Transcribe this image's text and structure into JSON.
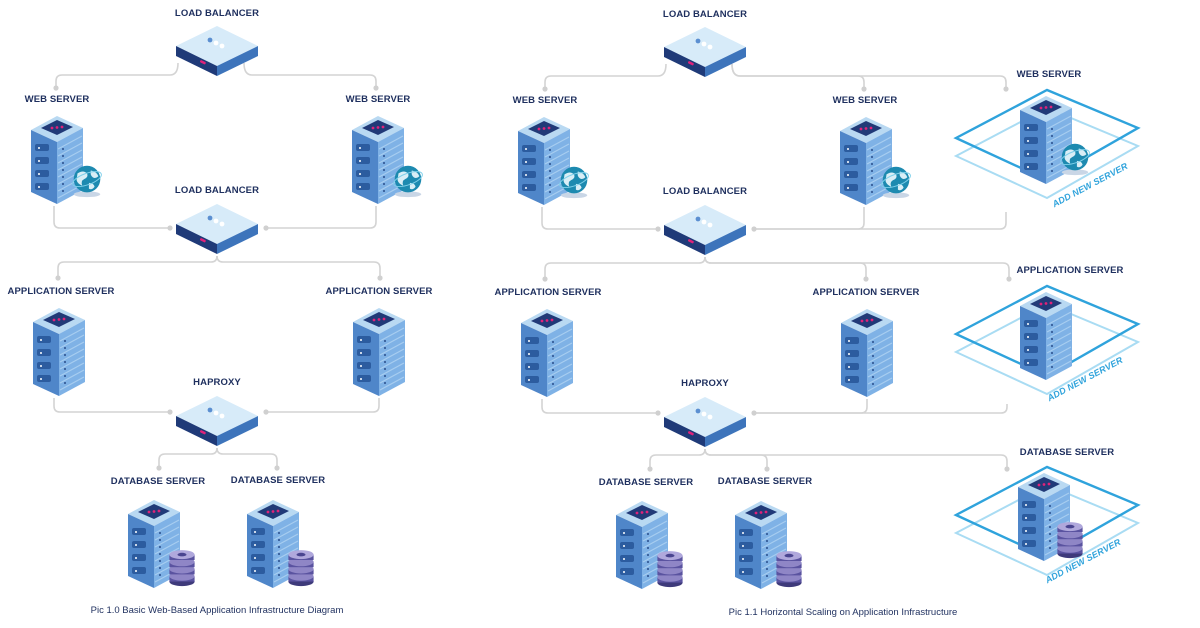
{
  "diagrams": [
    {
      "id": "basic",
      "caption": "Pic 1.0 Basic Web-Based Application Infrastructure Diagram",
      "nodes": {
        "lb_top": "LOAD BALANCER",
        "web_left": "WEB SERVER",
        "web_right": "WEB SERVER",
        "lb_mid": "LOAD BALANCER",
        "app_left": "APPLICATION SERVER",
        "app_right": "APPLICATION SERVER",
        "haproxy": "HAPROXY",
        "db_left": "DATABASE SERVER",
        "db_right": "DATABASE SERVER"
      }
    },
    {
      "id": "horizontal-scaling",
      "caption": "Pic 1.1 Horizontal Scaling on Application Infrastructure",
      "nodes": {
        "lb_top": "LOAD BALANCER",
        "web_left": "WEB SERVER",
        "web_right": "WEB SERVER",
        "web_new": "WEB SERVER",
        "lb_mid": "LOAD BALANCER",
        "app_left": "APPLICATION SERVER",
        "app_right": "APPLICATION SERVER",
        "app_new": "APPLICATION SERVER",
        "haproxy": "HAPROXY",
        "db_left": "DATABASE SERVER",
        "db_right": "DATABASE SERVER",
        "db_new": "DATABASE SERVER"
      },
      "add_new_label": "ADD NEW SERVER"
    }
  ],
  "icons": {
    "load_balancer": "load-balancer-icon",
    "server": "server-rack-icon",
    "globe": "globe-icon",
    "database": "database-icon",
    "platform": "add-server-platform-icon"
  },
  "colors": {
    "label": "#1e2f5e",
    "connector": "#d4d4d4",
    "server_light": "#6fa3dd",
    "server_dark": "#2e5d9e",
    "lb_top": "#d7ebf9",
    "lb_dark": "#1f3a78",
    "led": "#e0227a",
    "platform": "#2fa3dc",
    "database": "#7a6fb2"
  }
}
